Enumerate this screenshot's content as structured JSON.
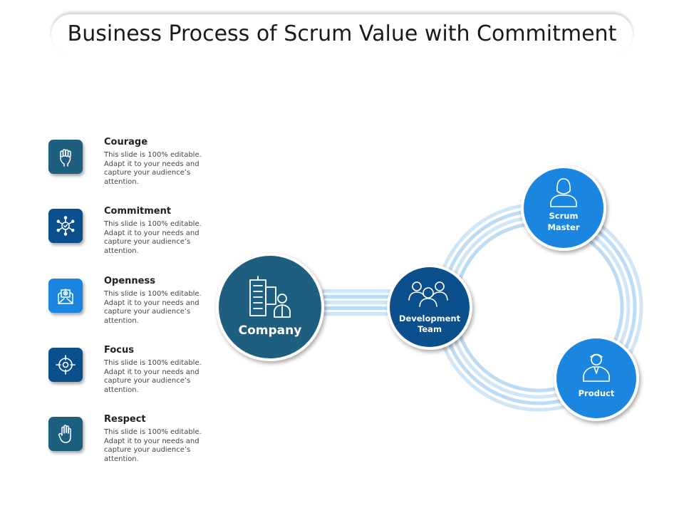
{
  "title": "Business Process of Scrum Value with Commitment",
  "colors": {
    "dark_teal": "#1e5f80",
    "navy": "#0b4f8c",
    "bright_blue": "#1a86e0",
    "light_blue": "#cfe6f7"
  },
  "values": [
    {
      "title": "Courage",
      "description": "This slide is 100% editable. Adapt it to your needs and capture your audience’s attention.",
      "icon": "raised-fist-icon",
      "color": "#1e5f80"
    },
    {
      "title": "Commitment",
      "description": "This slide is 100% editable. Adapt it to your needs and capture your audience’s attention.",
      "icon": "network-check-icon",
      "color": "#0b4f8c"
    },
    {
      "title": "Openness",
      "description": "This slide is 100% editable. Adapt it to your needs and capture your audience’s attention.",
      "icon": "open-envelope-icon",
      "color": "#1a86e0"
    },
    {
      "title": "Focus",
      "description": "This slide is 100% editable. Adapt it to your needs and capture your audience’s attention.",
      "icon": "target-icon",
      "color": "#0b4f8c"
    },
    {
      "title": "Respect",
      "description": "This slide is 100% editable. Adapt it to your needs and capture your audience’s attention.",
      "icon": "raised-hand-icon",
      "color": "#1e5f80"
    }
  ],
  "nodes": {
    "company": {
      "label": "Company",
      "icon": "office-building-person-icon"
    },
    "development_team": {
      "label_line1": "Development",
      "label_line2": "Team",
      "icon": "team-group-icon"
    },
    "scrum_master": {
      "label_line1": "Scrum",
      "label_line2": "Master",
      "icon": "female-user-icon"
    },
    "product": {
      "label": "Product",
      "icon": "businessman-icon"
    }
  }
}
